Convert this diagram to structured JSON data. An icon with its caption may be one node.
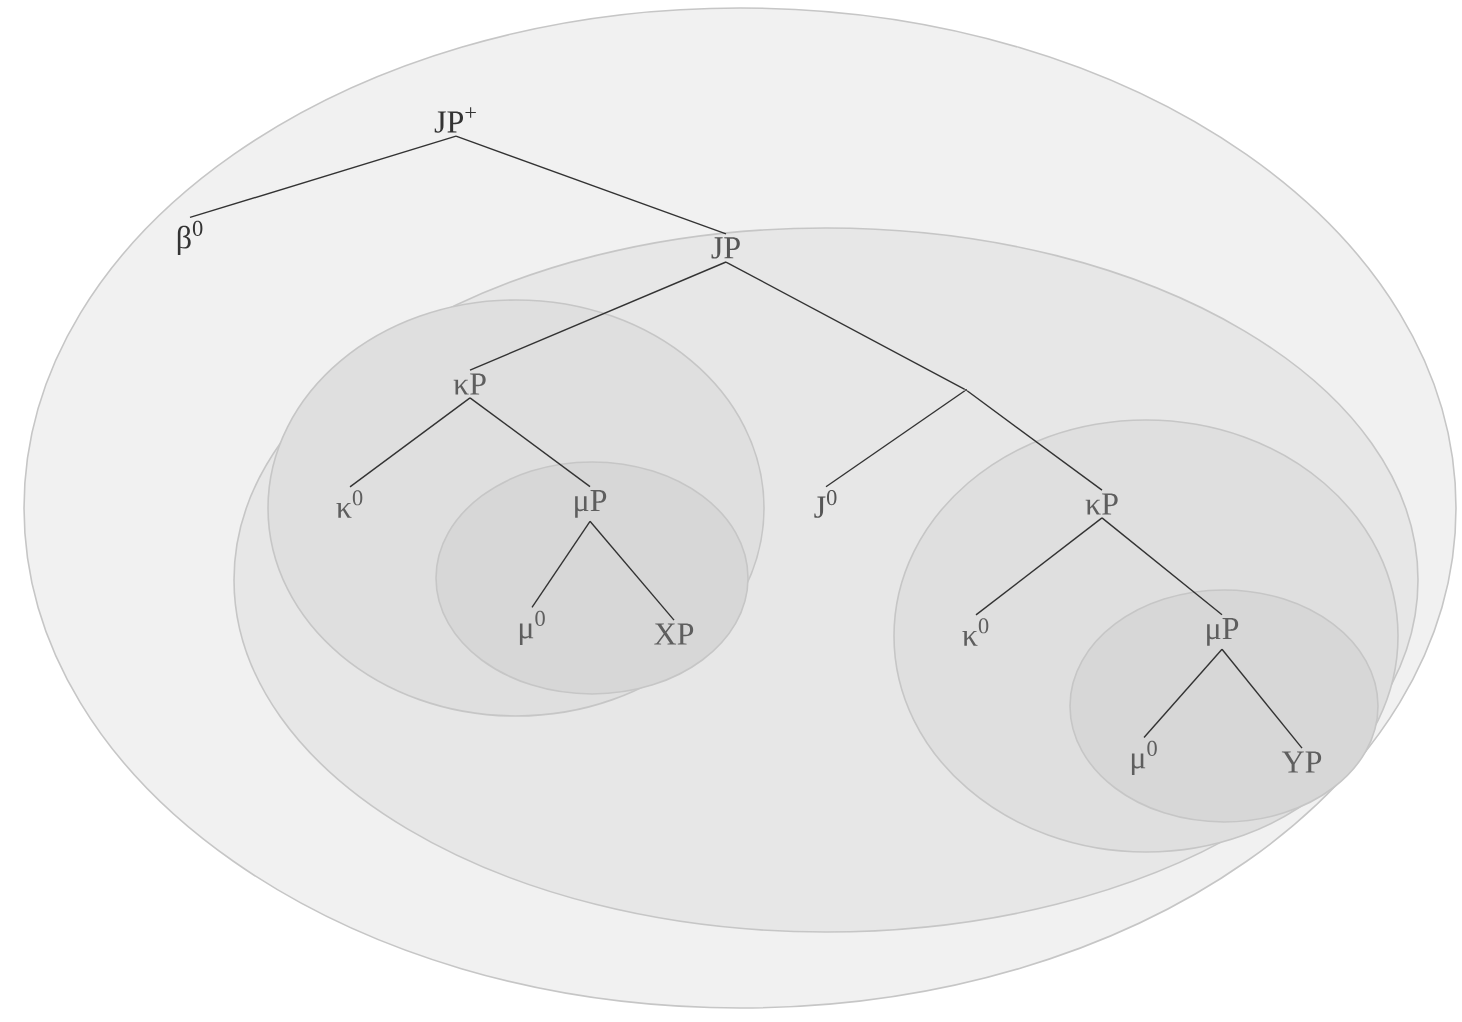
{
  "diagram": {
    "nodes": [
      {
        "text": [],
        "shape": "ellipse"
      },
      {
        "text": [
          "JP$^{+}$"
        ],
        "in": 0
      },
      {
        "text": [
          "β$^{0}$"
        ],
        "in": 0
      },
      {
        "text": [],
        "shape": "ellipse",
        "in": 0
      },
      {
        "text": [
          "JP"
        ],
        "in": 3
      },
      {
        "text": [],
        "shape": "ellipse",
        "in": 3
      },
      {
        "text": [
          "κP"
        ],
        "in": 5
      },
      {
        "text": [
          "κ$^{0}$"
        ],
        "in": 5
      },
      {
        "text": [],
        "shape": "ellipse",
        "in": 5
      },
      {
        "text": [
          "μP"
        ],
        "in": 8
      },
      {
        "text": [
          "μ$^{0}$"
        ],
        "in": 8
      },
      {
        "text": [
          "XP"
        ],
        "in": 8
      },
      {
        "text": [],
        "shape": "point",
        "in": 3
      },
      {
        "text": [
          "J$^{0}$"
        ],
        "in": 3
      },
      {
        "text": [],
        "shape": "ellipse",
        "in": 3
      },
      {
        "text": [
          "κP"
        ],
        "in": 14
      },
      {
        "text": [
          "κ$^{0}$"
        ],
        "in": 14
      },
      {
        "text": [],
        "shape": "ellipse",
        "in": 14
      },
      {
        "text": [
          "μP"
        ],
        "in": 17
      },
      {
        "text": [
          "μ$^{0}$"
        ],
        "in": 17
      },
      {
        "text": [
          "YP"
        ],
        "in": 17
      }
    ],
    "edges": [
      {
        "from": 1,
        "to": 2,
        "arrow": "none"
      },
      {
        "from": 1,
        "to": 4,
        "arrow": "none"
      },
      {
        "from": 4,
        "to": 6,
        "arrow": "none"
      },
      {
        "from": 6,
        "to": 7,
        "arrow": "none"
      },
      {
        "from": 6,
        "to": 9,
        "arrow": "none"
      },
      {
        "from": 9,
        "to": 10,
        "arrow": "none"
      },
      {
        "from": 9,
        "to": 11,
        "arrow": "none"
      },
      {
        "from": 4,
        "to": 12,
        "arrow": "none"
      },
      {
        "from": 12,
        "to": 13,
        "arrow": "none"
      },
      {
        "from": 12,
        "to": 15,
        "arrow": "none"
      },
      {
        "from": 15,
        "to": 16,
        "arrow": "none"
      },
      {
        "from": 15,
        "to": 18,
        "arrow": "none"
      },
      {
        "from": 18,
        "to": 19,
        "arrow": "none"
      },
      {
        "from": 18,
        "to": 20,
        "arrow": "none"
      }
    ]
  }
}
